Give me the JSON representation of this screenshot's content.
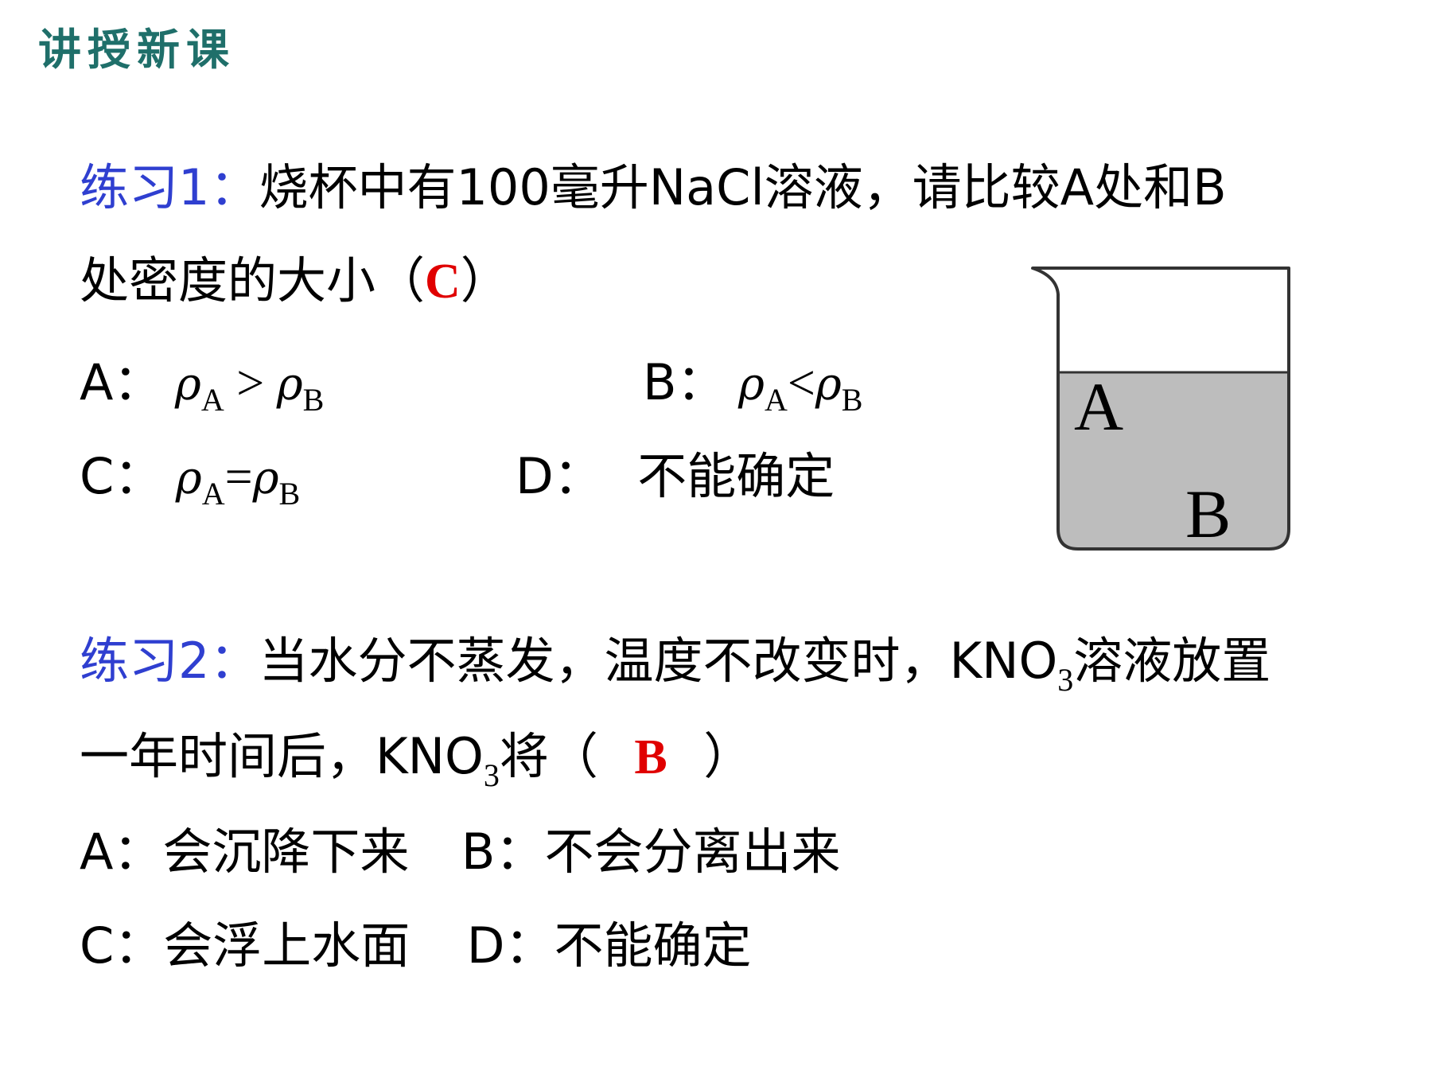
{
  "header": {
    "title": "讲授新课"
  },
  "q1": {
    "label": "练习1：",
    "text_line1": "烧杯中有100毫升NaCl溶液，请比较A处和B",
    "text_line2": "处密度的大小（",
    "answer": "C",
    "close": "）",
    "options": {
      "a_prefix": "A：",
      "a_rel": ">",
      "b_prefix": "B：",
      "b_rel": "<",
      "c_prefix": "C：",
      "c_rel": "=",
      "d_prefix": "D：",
      "d_text": "不能确定",
      "rho": "ρ",
      "sub_a": "A",
      "sub_b": "B"
    }
  },
  "q2": {
    "label": "练习2：",
    "text_line1_a": "当水分不蒸发，温度不改变时，KNO",
    "sub3": "3",
    "text_line1_b": "溶液放置",
    "text_line2_a": "一年时间后，KNO",
    "text_line2_b": "将（",
    "answer": "B",
    "close": "）",
    "opt_a": "A：会沉降下来",
    "opt_b": "B：不会分离出来",
    "opt_c": "C：会浮上水面",
    "opt_d": "D：不能确定"
  },
  "beaker": {
    "label_a": "A",
    "label_b": "B",
    "liquid_color": "#bdbdbd"
  }
}
